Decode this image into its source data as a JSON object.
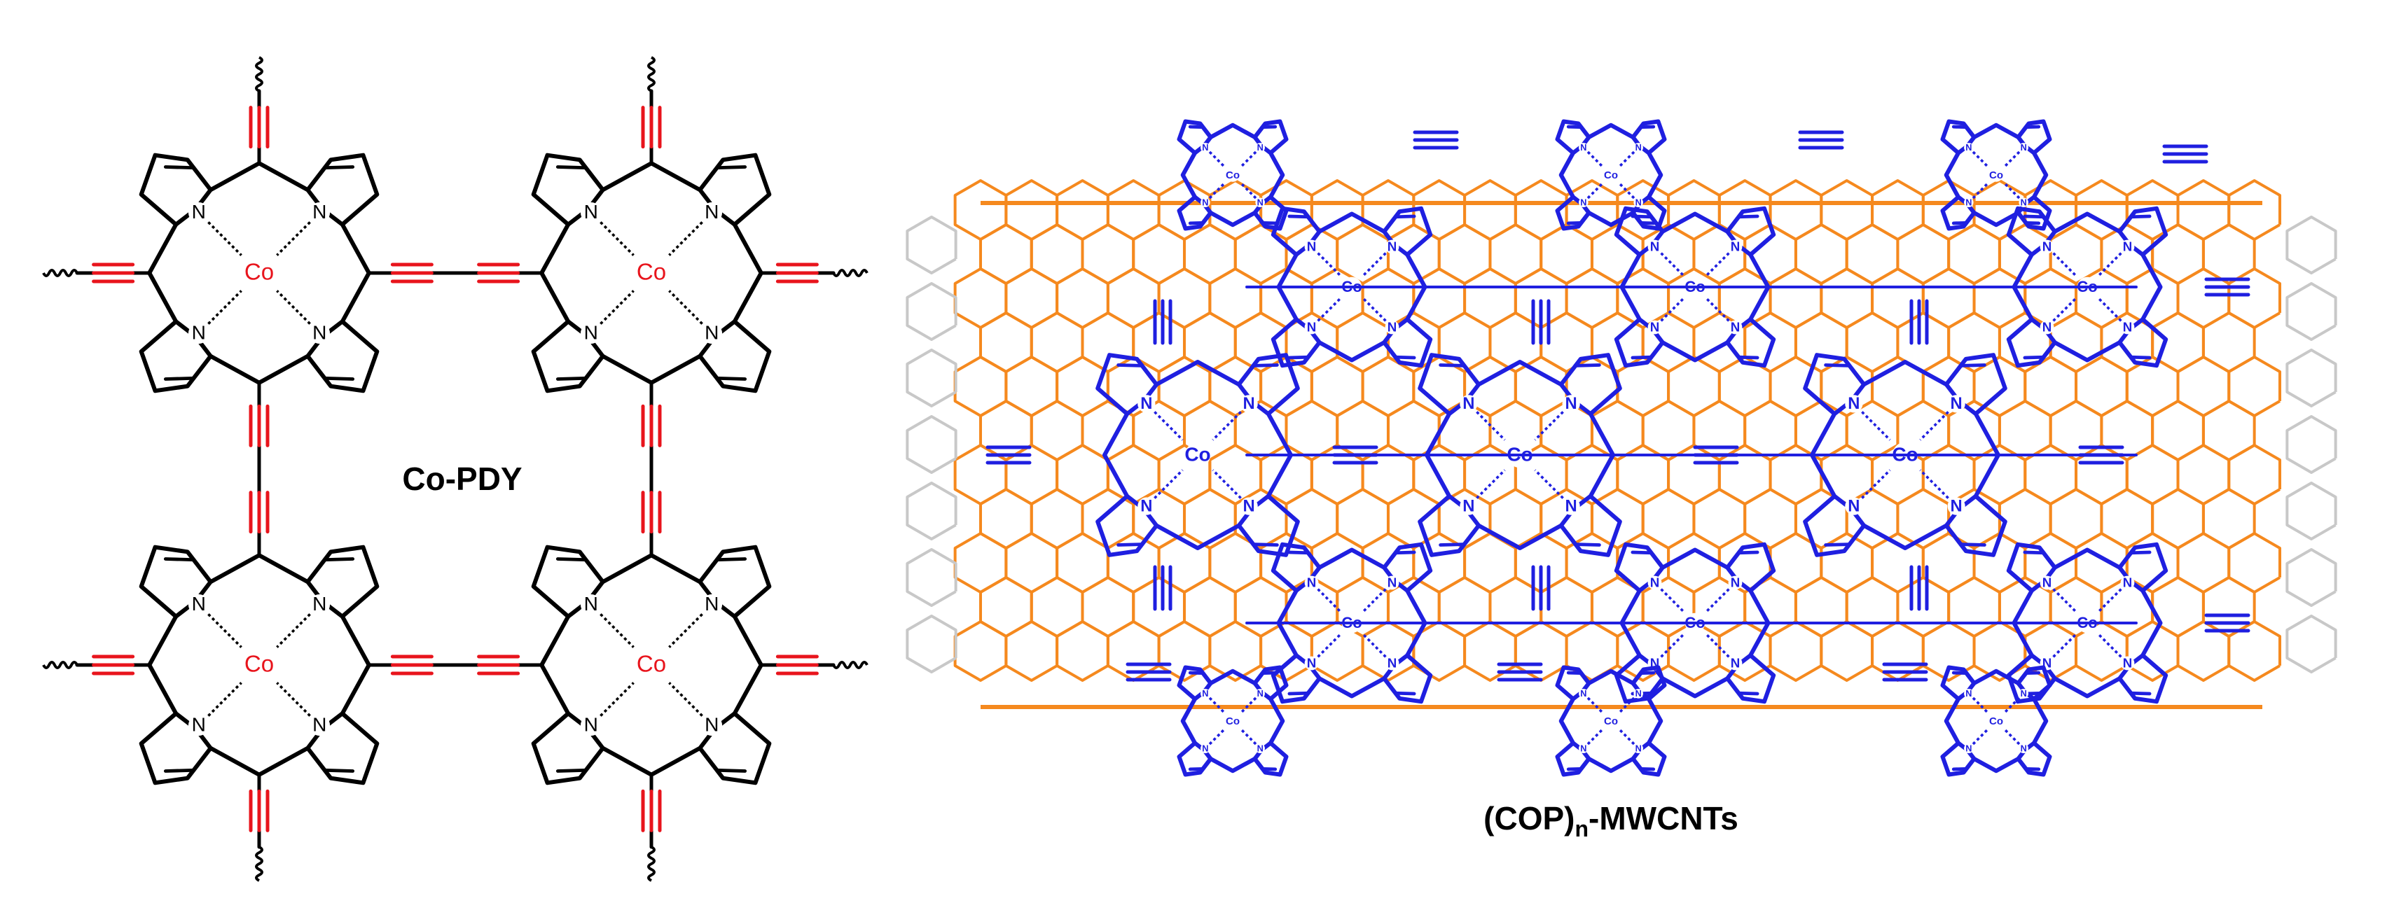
{
  "left_panel": {
    "label": "Co-PDY",
    "metal_label": "Co",
    "nitrogen_label": "N",
    "colors": {
      "bond": "#000000",
      "alkyne": "#e8141c",
      "metal": "#e8141c"
    }
  },
  "right_panel": {
    "label_main": "(COP)",
    "label_sub": "n",
    "label_suffix": "-MWCNTs",
    "metal_label": "Co",
    "nitrogen_label": "N",
    "colors": {
      "porphyrin": "#1f1fe0",
      "nanotube": "#f5891e",
      "tube_end": "#c8c8c8"
    }
  }
}
